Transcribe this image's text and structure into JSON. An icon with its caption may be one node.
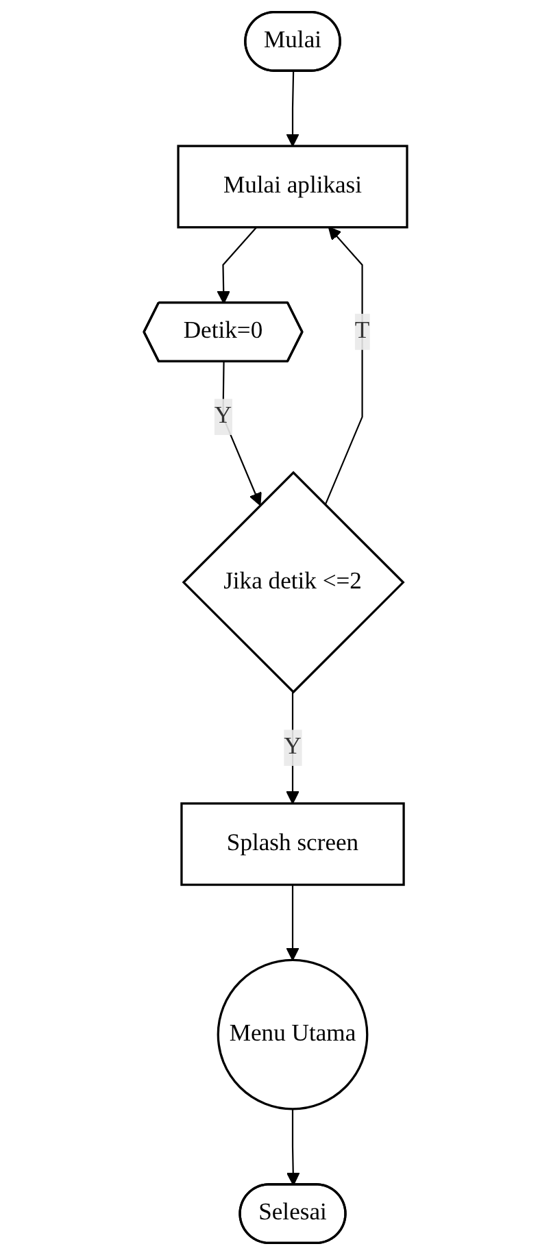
{
  "diagram": {
    "nodes": [
      {
        "text": [
          "Mulai"
        ]
      },
      {
        "text": [
          "Mulai aplikasi"
        ]
      },
      {
        "text": [
          "Detik=0"
        ]
      },
      {
        "text": [
          "Jika detik <=2"
        ]
      },
      {
        "text": [
          "Splash screen"
        ]
      },
      {
        "text": [
          "Menu Utama"
        ]
      },
      {
        "text": [
          "Selesai"
        ]
      }
    ],
    "edges": [
      {
        "from": 0,
        "to": 1,
        "arrow": "to"
      },
      {
        "from": 1,
        "to": 2,
        "arrow": "to"
      },
      {
        "from": 2,
        "to": 3,
        "label": "Y",
        "arrow": "to"
      },
      {
        "from": 3,
        "to": 4,
        "label": "Y",
        "arrow": "to"
      },
      {
        "from": 3,
        "to": 1,
        "label": "T",
        "arrow": "to"
      },
      {
        "from": 4,
        "to": 5,
        "arrow": "to"
      },
      {
        "from": 5,
        "to": 6,
        "arrow": "to"
      }
    ]
  }
}
